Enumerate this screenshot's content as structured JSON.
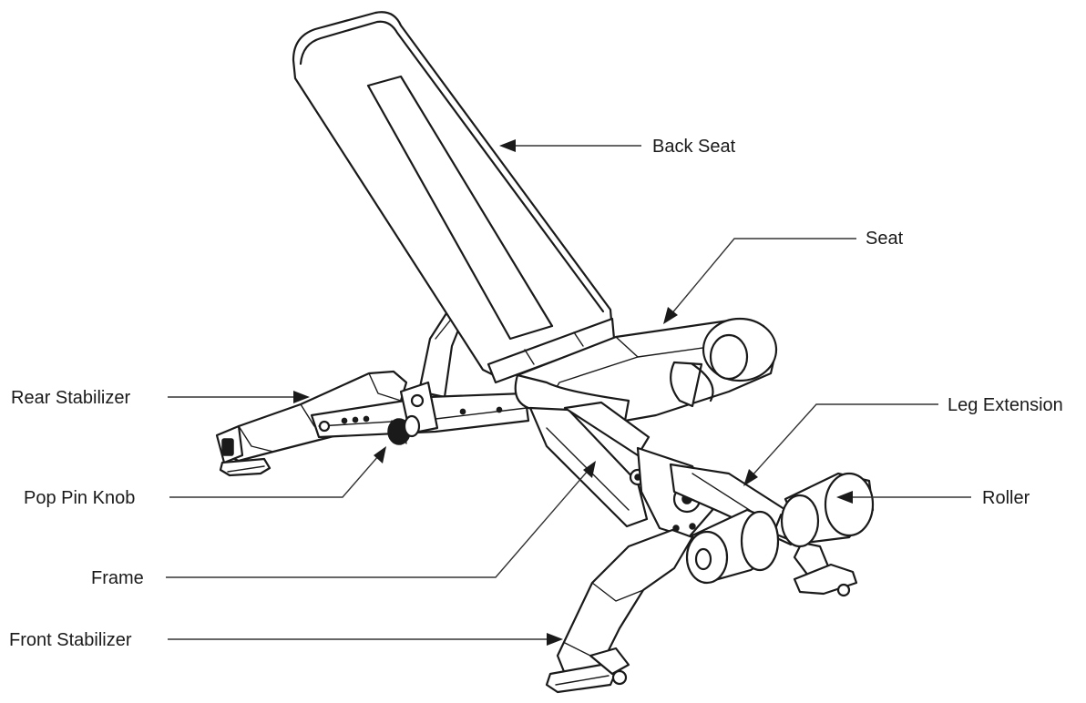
{
  "labels": {
    "back_seat": "Back Seat",
    "seat": "Seat",
    "leg_extension": "Leg Extension",
    "roller": "Roller",
    "rear_stabilizer": "Rear Stabilizer",
    "pop_pin_knob": "Pop Pin Knob",
    "frame": "Frame",
    "front_stabilizer": "Front Stabilizer"
  },
  "colors": {
    "line": "#1a1a1a",
    "background": "#ffffff"
  }
}
